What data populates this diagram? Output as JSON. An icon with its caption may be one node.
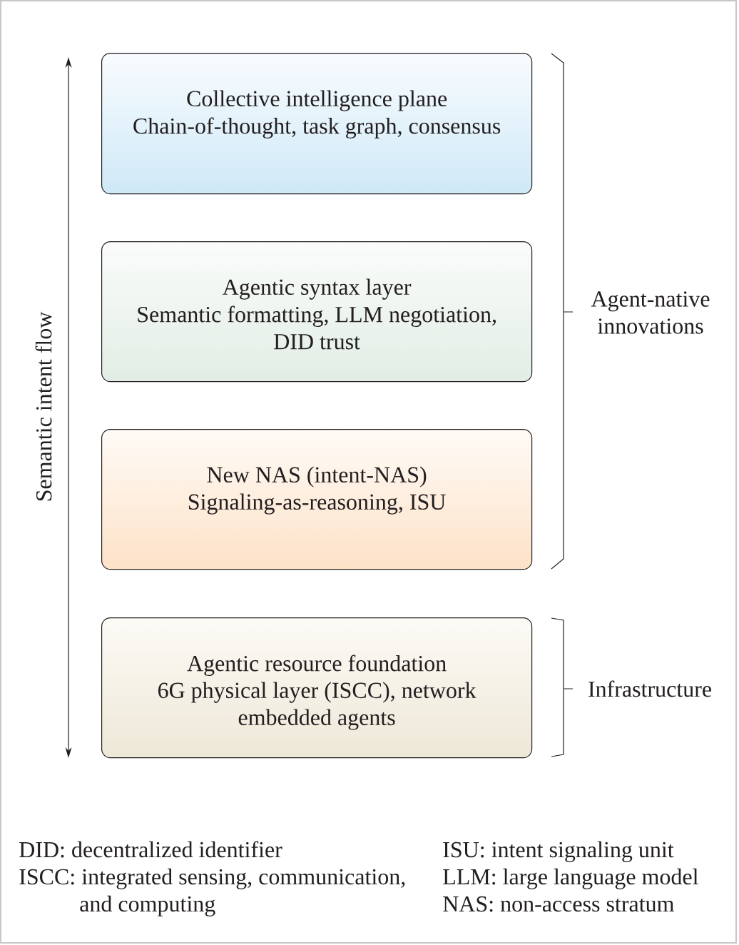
{
  "diagram": {
    "nodes": [
      {
        "text": [
          "Collective intelligence plane",
          "Chain-of-thought, task graph, consensus"
        ]
      },
      {
        "text": [
          "Agentic syntax layer",
          "Semantic formatting, LLM negotiation, DID trust"
        ]
      },
      {
        "text": [
          "New NAS (intent-NAS)",
          "Signaling-as-reasoning, ISU"
        ]
      },
      {
        "text": [
          "Agentic resource foundation",
          "6G physical layer (ISCC), network embedded agents"
        ]
      }
    ],
    "labels": [
      "Semantic intent flow",
      "Agent-native innovations",
      "Infrastructure",
      "DID: decentralized identifier",
      "ISCC: integrated sensing, communication, and computing",
      "ISU: intent signaling unit",
      "LLM: large language model",
      "NAS: non-access stratum"
    ]
  }
}
